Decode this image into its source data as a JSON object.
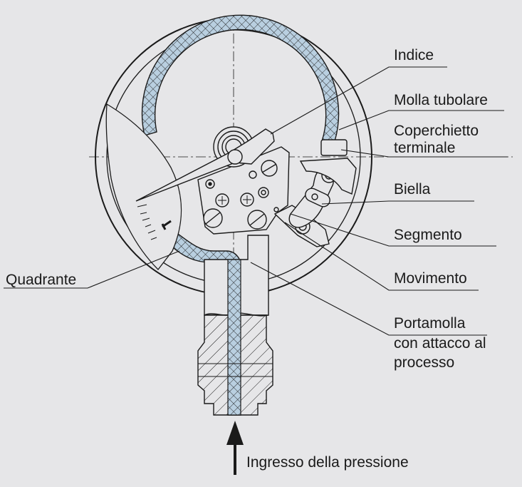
{
  "labels": {
    "indice": "Indice",
    "molla_tubolare": "Molla tubolare",
    "coperchietto_line1": "Coperchietto",
    "coperchietto_line2": "terminale",
    "biella": "Biella",
    "segmento": "Segmento",
    "quadrante": "Quadrante",
    "movimento": "Movimento",
    "portamolla_line1": "Portamolla",
    "portamolla_line2": "con attacco al",
    "portamolla_line3": "processo",
    "ingresso": "Ingresso della pressione"
  },
  "colors": {
    "background": "#e6e6e8",
    "tube_fill": "#b9cfe0",
    "stroke": "#1a1a1a"
  }
}
